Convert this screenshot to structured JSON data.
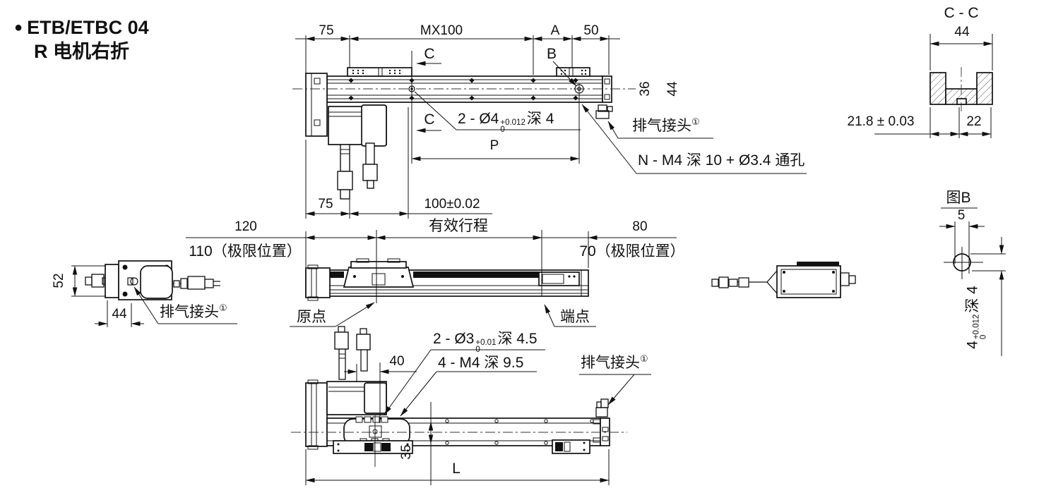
{
  "header": {
    "bullet": "●",
    "title_line1": "ETB/ETBC 04",
    "title_line2": "R 电机右折"
  },
  "exhaust": {
    "label": "排气接头",
    "sup": "①"
  },
  "top_view": {
    "dim_75": "75",
    "dim_mx100": "MX100",
    "dim_a": "A",
    "dim_50": "50",
    "section_c_top": "C",
    "section_c_bottom": "C",
    "label_b": "B",
    "hole_note": {
      "prefix": "2 - Ø4",
      "tol_sup": "+0.012",
      "tol_sub": "0",
      "suffix": "深 4"
    },
    "dim_36": "36",
    "dim_44": "44",
    "n_note": "N - M4 深 10 + Ø3.4 通孔",
    "dim_p": "P",
    "dim_75_pitch": "75",
    "dim_100": "100±0.02"
  },
  "middle_view": {
    "dim_120": "120",
    "dim_110": "110（极限位置）",
    "stroke_label": "有效行程",
    "dim_80": "80",
    "dim_70": "70（极限位置）",
    "dim_52": "52",
    "dim_44": "44",
    "origin_label": "原点",
    "end_label": "端点"
  },
  "section_cc": {
    "title": "C - C",
    "dim_44": "44",
    "dim_218": "21.8 ± 0.03",
    "dim_22": "22"
  },
  "detail_b": {
    "title": "图B",
    "dim_5": "5",
    "hole_note": {
      "prefix": "4",
      "tol_sup": "+0.012",
      "tol_sub": "0",
      "suffix": "深 4"
    }
  },
  "bottom_view": {
    "dim_40": "40",
    "hole_note": {
      "prefix": "2 - Ø3",
      "tol_sup": "+0.01",
      "tol_sub": "0",
      "suffix": "深 4.5"
    },
    "thread_note": "4 - M4 深 9.5",
    "dim_35": "35",
    "dim_l": "L"
  }
}
